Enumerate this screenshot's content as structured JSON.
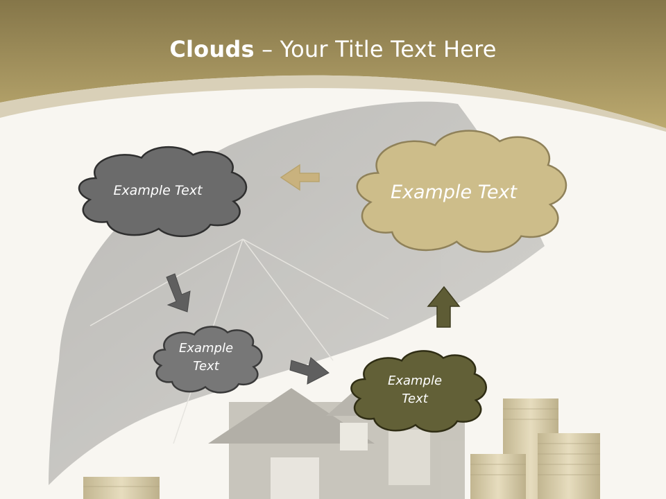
{
  "slide": {
    "title_bold": "Clouds",
    "title_dash": " – ",
    "title_rest": "Your Title Text Here"
  },
  "clouds": [
    {
      "label": "Example Text",
      "fill": "#6b6b6b"
    },
    {
      "label": "Example Text",
      "fill": "#cdbd8a"
    },
    {
      "label": "Example Text",
      "fill": "#777777"
    },
    {
      "label": "Example Text",
      "fill": "#626037"
    }
  ],
  "colors": {
    "header_gold": "#b5a56a",
    "background": "#f8f6f1",
    "arrow_tan": "#c9b27e",
    "arrow_gray": "#5f5f5f",
    "arrow_olive": "#5e5c35"
  }
}
